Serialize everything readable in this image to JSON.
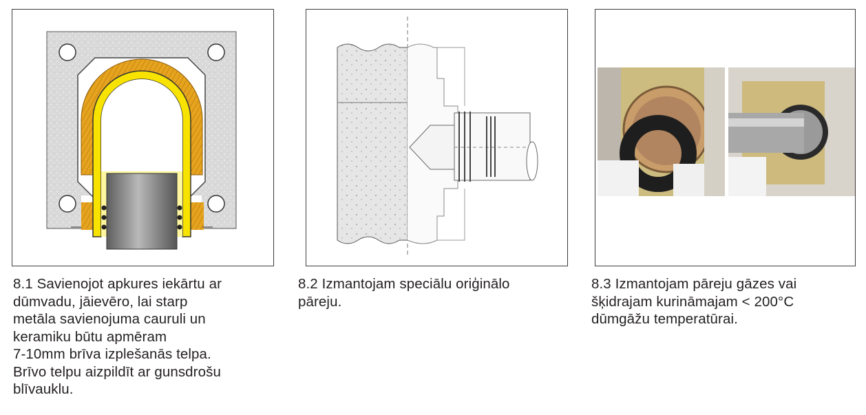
{
  "colors": {
    "concrete": "#d9d9d9",
    "insulation": "#e6a31e",
    "yellow_liner": "#f7e200",
    "pipe_gray": "#8a8a8a",
    "frame": "#3a3a3a"
  },
  "figures": [
    {
      "id": "8.1",
      "caption_lines": [
        "8.1 Savienojot apkures iekārtu ar",
        "dūmvadu, jāievēro, lai starp",
        "metāla savienojuma cauruli un",
        "keramiku būtu apmēram",
        "7-10mm brīva izplešanās telpa.",
        "Brīvo telpu aizpildīt ar gunsdrošu",
        "blīvauklu."
      ]
    },
    {
      "id": "8.2",
      "caption_lines": [
        "8.2 Izmantojam speciālu oriģinālo",
        "pāreju."
      ]
    },
    {
      "id": "8.3",
      "caption_lines": [
        "8.3 Izmantojam pāreju gāzes vai",
        "šķidrajam kurināmajam < 200°C",
        "dūmgāžu temperatūrai."
      ]
    }
  ]
}
